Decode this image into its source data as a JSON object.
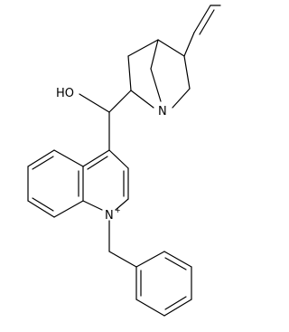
{
  "molecule": {
    "atoms": {
      "hydroxyl": "HO",
      "quinuclidine_nitrogen": "N",
      "quinolinium_nitrogen": "N",
      "quinolinium_charge": "+"
    }
  },
  "colors": {
    "bond": "#000000",
    "background": "#ffffff"
  }
}
